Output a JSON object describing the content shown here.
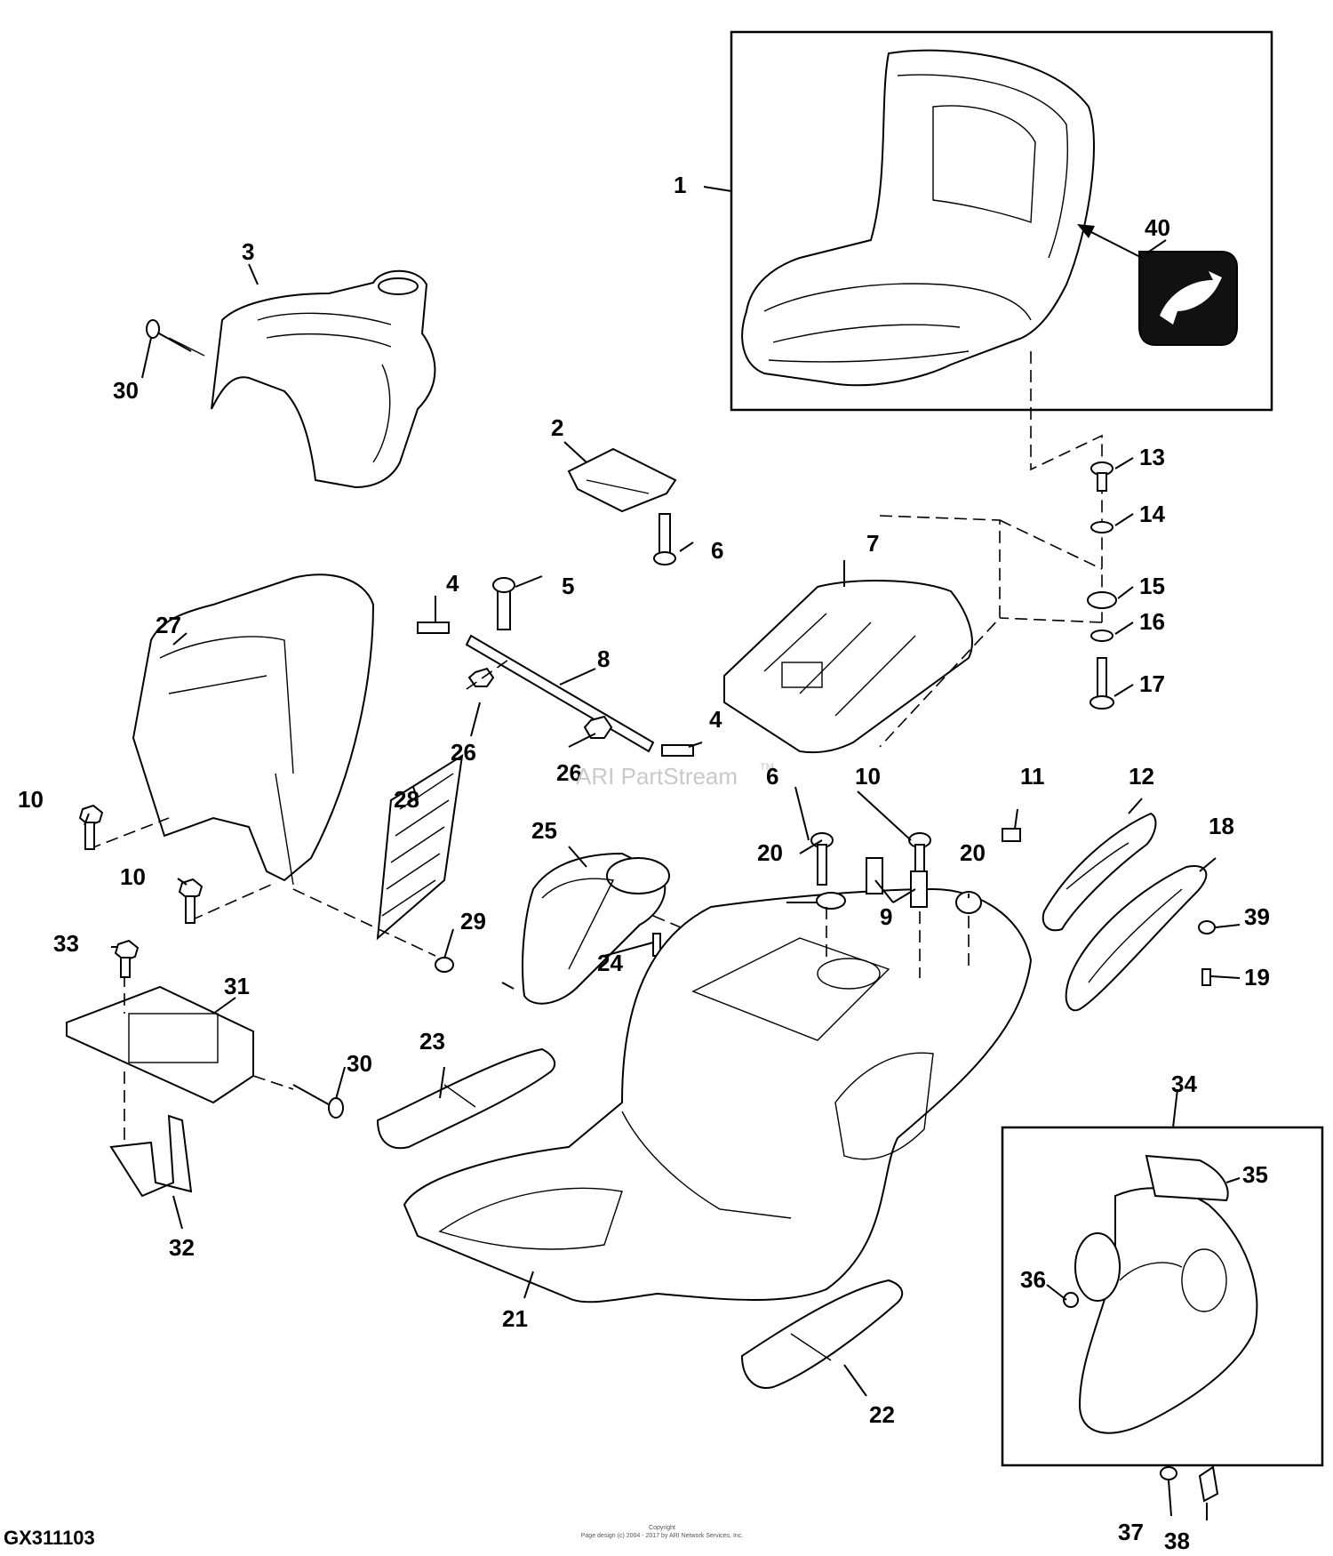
{
  "drawing_id": "GX311103",
  "watermark": "ARI PartStream",
  "watermark_tm": "TM",
  "copyright": {
    "line1": "Copyright",
    "line2": "Page design (c) 2004 - 2017 by ARI Network Services, Inc."
  },
  "callouts": {
    "c1": "1",
    "c2": "2",
    "c3": "3",
    "c4a": "4",
    "c4b": "4",
    "c5": "5",
    "c6a": "6",
    "c6b": "6",
    "c7": "7",
    "c8": "8",
    "c9": "9",
    "c10a": "10",
    "c10b": "10",
    "c10c": "10",
    "c11": "11",
    "c12": "12",
    "c13": "13",
    "c14": "14",
    "c15": "15",
    "c16": "16",
    "c17": "17",
    "c18": "18",
    "c19": "19",
    "c20a": "20",
    "c20b": "20",
    "c21": "21",
    "c22": "22",
    "c23": "23",
    "c24": "24",
    "c25": "25",
    "c26a": "26",
    "c26b": "26",
    "c27": "27",
    "c28": "28",
    "c29": "29",
    "c30a": "30",
    "c30b": "30",
    "c31": "31",
    "c32": "32",
    "c33": "33",
    "c34": "34",
    "c35": "35",
    "c36": "36",
    "c37": "37",
    "c38": "38",
    "c39": "39",
    "c40": "40"
  },
  "icons": {
    "brand_logo": "deer-logo-icon"
  }
}
